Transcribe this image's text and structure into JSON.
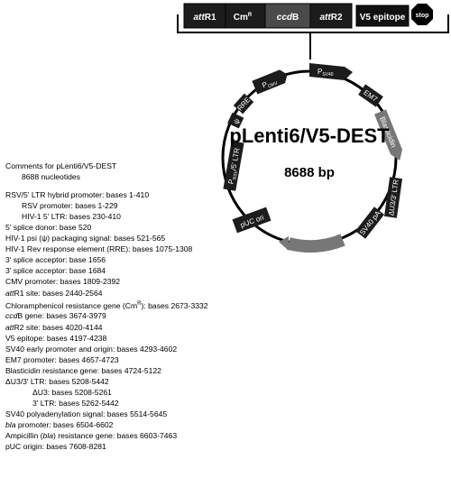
{
  "title": "pLenti6/V5-DEST",
  "size": "8688 bp",
  "cassette": {
    "attR1": {
      "prefix": "att",
      "suffix": "R1"
    },
    "cmr": {
      "text": "Cm",
      "sup": "R"
    },
    "ccdb": {
      "prefix": "ccd",
      "suffix": "B"
    },
    "attR2": {
      "prefix": "att",
      "suffix": "R2"
    },
    "v5": "V5 epitope",
    "stop": "stop"
  },
  "features": {
    "psv40": {
      "main": "P",
      "sub": "SV40"
    },
    "em7": "EM7",
    "blasticidin": "Blasticidin",
    "u3ltr": "ΔU3/3' LTR",
    "sv40pa": "SV40 pA",
    "ampicillin": "Ampicillin",
    "puc": "pUC ori",
    "prsv": {
      "main": "P",
      "sub": "RSV",
      "rest": "/5' LTR"
    },
    "psi": "ψ",
    "rre": "RRE",
    "pcmv": {
      "main": "P",
      "sub": "CMV"
    }
  },
  "notes": {
    "header1": "Comments for pLenti6/V5-DEST",
    "header2": "8688 nucleotides",
    "l1": "RSV/5' LTR hybrid promoter: bases 1-410",
    "l2": "RSV promoter: bases 1-229",
    "l3": "HIV-1 5' LTR: bases 230-410",
    "l4": "5' splice donor: base 520",
    "l5a": "HIV-1 psi (",
    "l5psi": "ψ",
    "l5b": ") packaging signal: bases 521-565",
    "l6": "HIV-1 Rev response element (RRE): bases 1075-1308",
    "l7": "3' splice acceptor: base 1656",
    "l8": "3' splice acceptor: base 1684",
    "l9": "CMV promoter: bases 1809-2392",
    "l10a": "att",
    "l10b": "R1 site: bases 2440-2564",
    "l11a": "Chloramphenicol resistance gene (Cm",
    "l11sup": "R",
    "l11b": "): bases 2673-3332",
    "l12a": "ccd",
    "l12b": "B gene: bases 3674-3979",
    "l13a": "att",
    "l13b": "R2 site: bases 4020-4144",
    "l14": "V5 epitope: bases 4197-4238",
    "l15": "SV40 early promoter and origin: bases 4293-4602",
    "l16": "EM7 promoter: bases 4657-4723",
    "l17": "Blasticidin resistance gene: bases 4724-5122",
    "l18": "ΔU3/3' LTR: bases 5208-5442",
    "l19": "ΔU3: bases 5208-5261",
    "l20": "3' LTR: bases 5262-5442",
    "l21": "SV40 polyadenylation signal: bases 5514-5645",
    "l22a": "bla",
    "l22b": " promoter: bases 6504-6602",
    "l23a": "Ampicillin (",
    "l23i": "bla",
    "l23b": ") resistance gene: bases 6603-7463",
    "l24": "pUC origin: bases 7608-8281"
  }
}
